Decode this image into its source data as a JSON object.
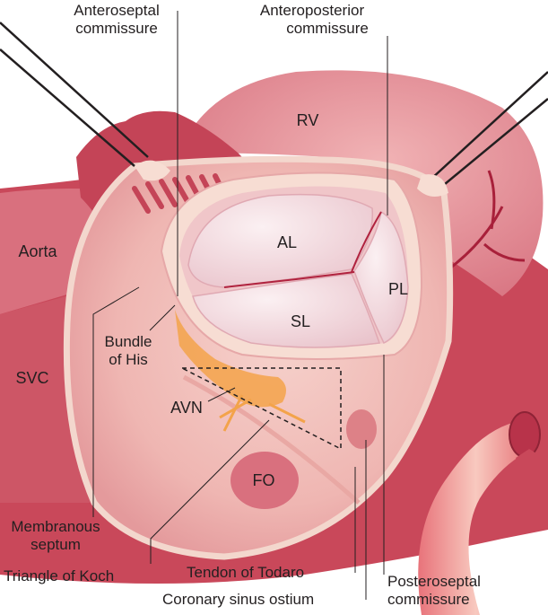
{
  "labels": {
    "anteroseptal": [
      "Anteroseptal",
      "commissure"
    ],
    "anteroposterior": [
      "Anteroposterior",
      "commissure"
    ],
    "rv": "RV",
    "aorta": "Aorta",
    "svc": "SVC",
    "al": "AL",
    "pl": "PL",
    "sl": "SL",
    "bundle_of_his": [
      "Bundle",
      "of His"
    ],
    "avn": "AVN",
    "fo": "FO",
    "membranous_septum": [
      "Membranous",
      "septum"
    ],
    "triangle_of_koch": "Triangle of Koch",
    "tendon_of_todaro": "Tendon of Todaro",
    "coronary_sinus_ostium": "Coronary sinus ostium",
    "posteroseptal": [
      "Posteroseptal",
      "commissure"
    ]
  },
  "colors": {
    "tissue_dark": "#c9485a",
    "tissue_mid": "#d9707e",
    "tissue_light": "#eeb7b9",
    "rv_fill": "#e48f98",
    "chamber": "#f2c2bd",
    "rim": "#f7ddd3",
    "leaflet": "#f4dbe0",
    "avn": "#f3a34a"
  }
}
